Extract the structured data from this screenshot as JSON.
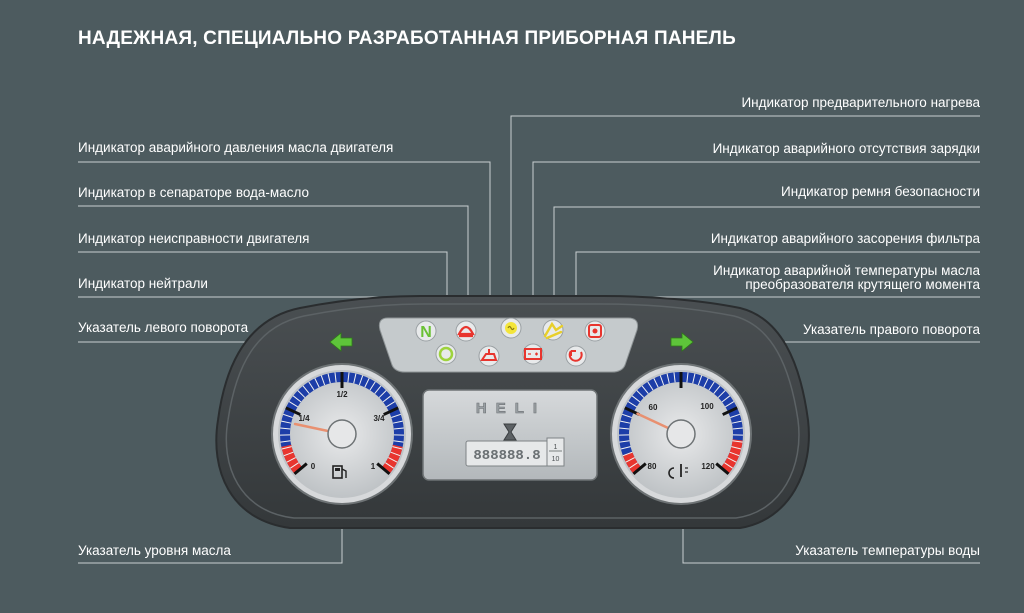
{
  "title": "НАДЕЖНАЯ, СПЕЦИАЛЬНО РАЗРАБОТАННАЯ ПРИБОРНАЯ ПАНЕЛЬ",
  "labels": {
    "oil_pressure": "Индикатор аварийного давления масла двигателя",
    "water_oil_separator": "Индикатор в сепараторе вода-масло",
    "engine_fault": "Индикатор неисправности двигателя",
    "neutral": "Индикатор нейтрали",
    "left_turn": "Указатель левого поворота",
    "preheat": "Индикатор предварительного нагрева",
    "no_charge": "Индикатор аварийного отсутствия зарядки",
    "seat_belt": "Индикатор ремня безопасности",
    "filter_clog": "Индикатор аварийного засорения фильтра",
    "converter_oil_temp_1": "Индикатор аварийной температуры масла",
    "converter_oil_temp_2": "преобразователя крутящего момента",
    "right_turn": "Указатель правого поворота",
    "oil_level": "Указатель уровня масла",
    "water_temp": "Указатель температуры воды"
  },
  "fuel_gauge": {
    "ticks": [
      "0",
      "1/4",
      "1/2",
      "3/4",
      "1"
    ],
    "needle_value": 0.2
  },
  "temp_gauge": {
    "ticks": [
      "60",
      "80",
      "100",
      "120"
    ],
    "needle_value": 0.25
  },
  "display": {
    "brand": "HELI",
    "hour_meter": "888888.8",
    "fraction_top": "1",
    "fraction_bottom": "10"
  },
  "indicators": {
    "neutral_letter": "N"
  },
  "colors": {
    "background": "#4d5b5f",
    "panel": "#3f4446",
    "green_arrow": "#5ec43a",
    "indicator_green": "#8fd640",
    "indicator_yellow": "#f3e53a",
    "indicator_red": "#e8352e",
    "gauge_blue": "#1d3ea8"
  }
}
